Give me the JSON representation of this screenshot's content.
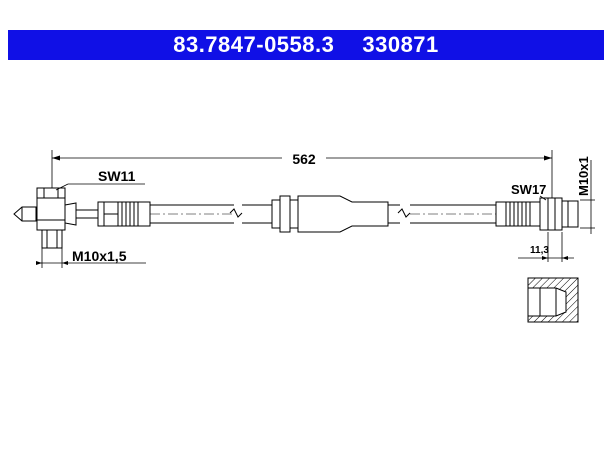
{
  "header": {
    "part_number": "83.7847-0558.3",
    "ref_number": "330871",
    "background_color": "#1010e6",
    "text_color": "#ffffff"
  },
  "dimensions": {
    "length": "562",
    "left_wrench_size": "SW11",
    "left_thread": "M10x1,5",
    "right_wrench_size": "SW17",
    "right_thread": "M10x1",
    "detail_depth": "11,3"
  }
}
